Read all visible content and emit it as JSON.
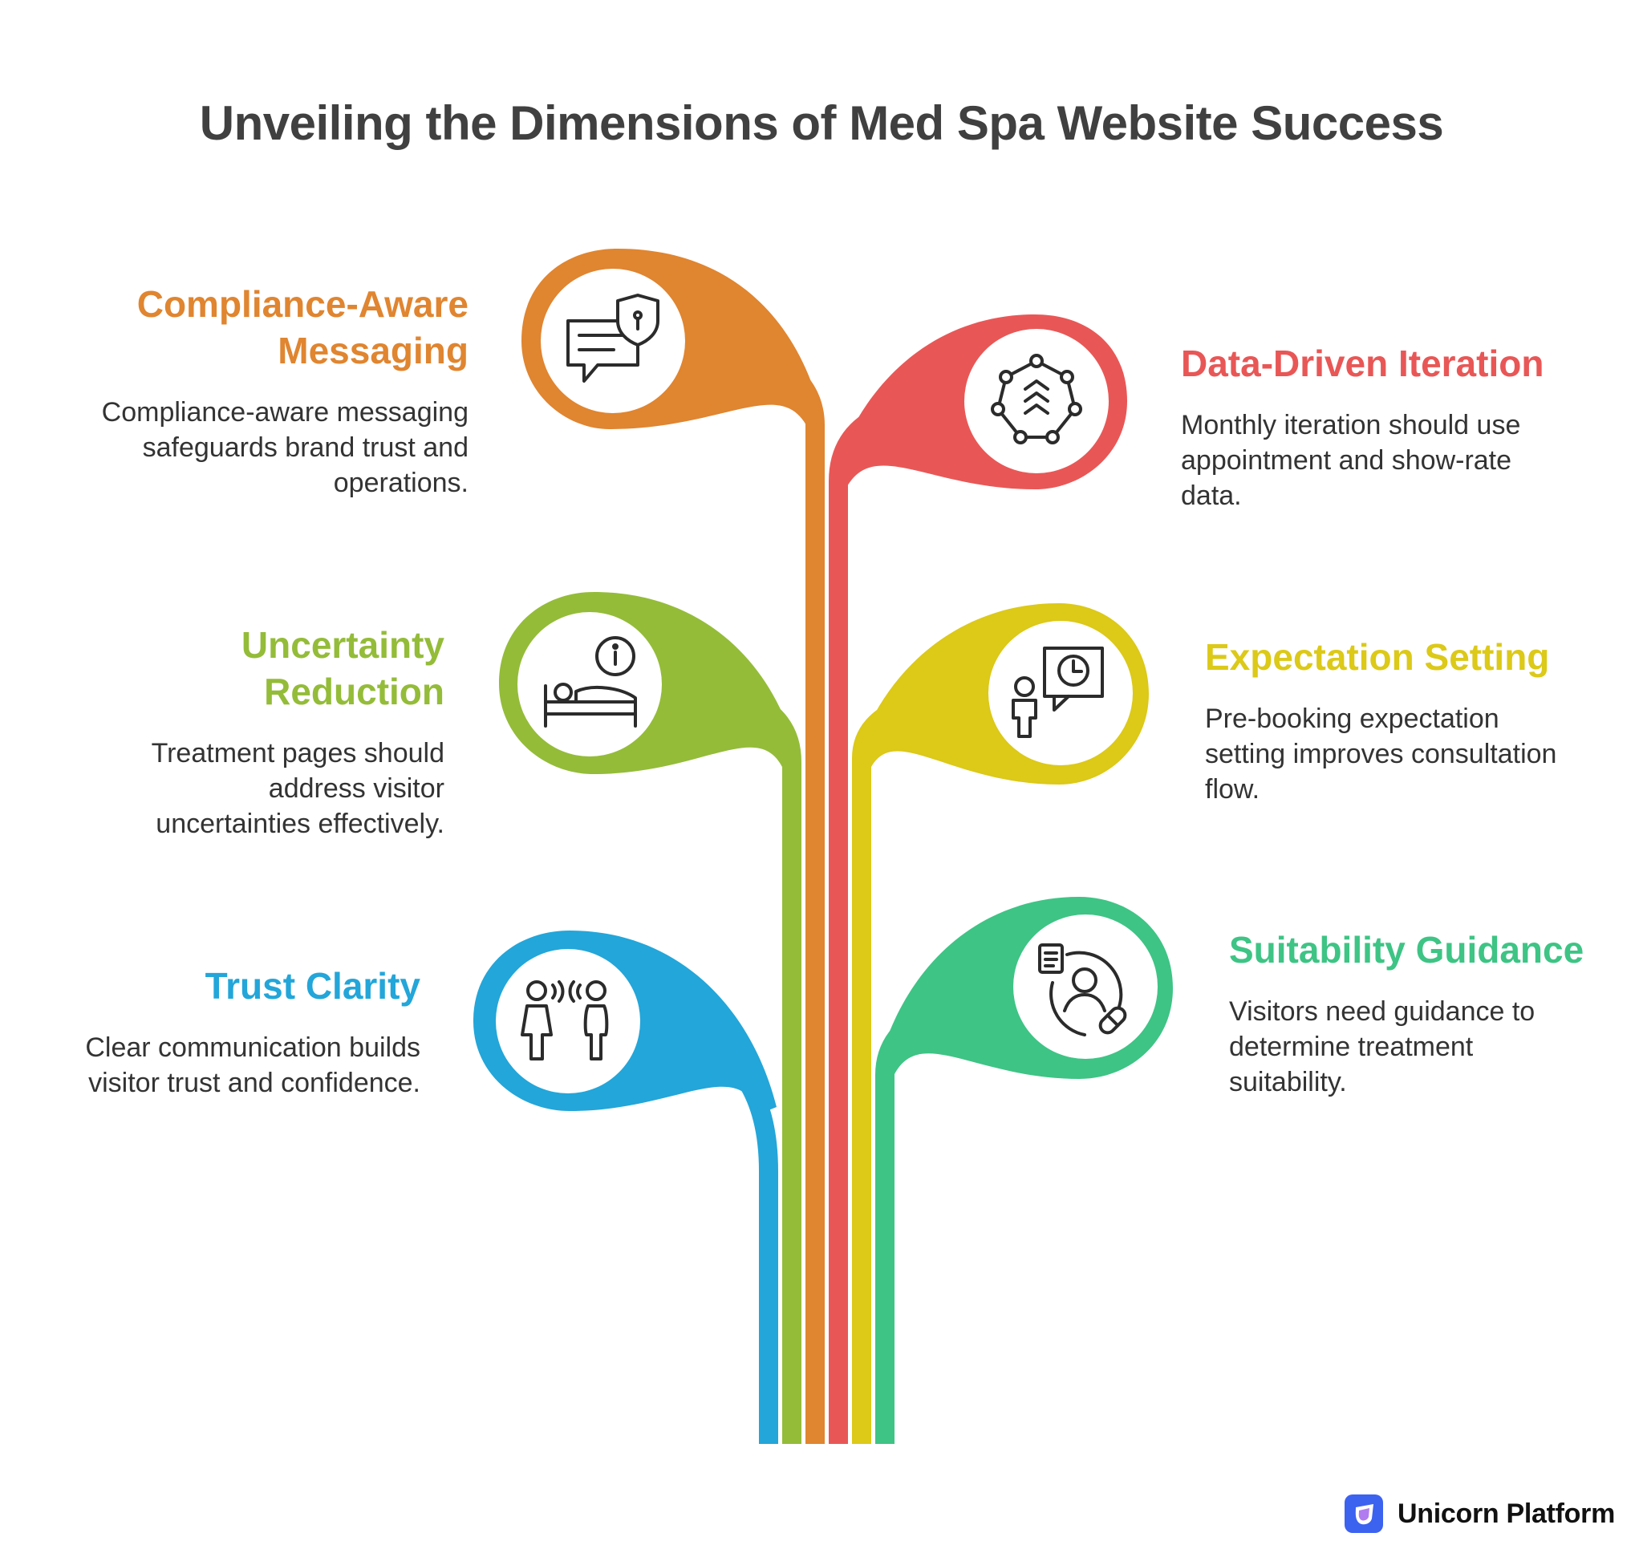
{
  "title": "Unveiling the Dimensions of Med Spa Website Success",
  "branches": [
    {
      "key": "compliance",
      "title": "Compliance-Aware Messaging",
      "description": "Compliance-aware messaging safeguards brand trust and operations.",
      "color": "#e08530",
      "icon": "chat-shield-icon"
    },
    {
      "key": "data",
      "title": "Data-Driven Iteration",
      "description": "Monthly iteration should use appointment and show-rate data.",
      "color": "#e85756",
      "icon": "hexagon-network-chevrons-icon"
    },
    {
      "key": "uncertainty",
      "title": "Uncertainty Reduction",
      "description": "Treatment pages should address visitor uncertainties effectively.",
      "color": "#94bc39",
      "icon": "patient-bed-info-icon"
    },
    {
      "key": "expectation",
      "title": "Expectation Setting",
      "description": "Pre-booking expectation setting improves consultation flow.",
      "color": "#dcc918",
      "icon": "person-clock-bubble-icon"
    },
    {
      "key": "trust",
      "title": "Trust Clarity",
      "description": "Clear communication builds visitor trust and confidence.",
      "color": "#23a6d9",
      "icon": "two-people-talking-icon"
    },
    {
      "key": "suitability",
      "title": "Suitability Guidance",
      "description": "Visitors need guidance to determine treatment suitability.",
      "color": "#3ec485",
      "icon": "person-document-pill-icon"
    }
  ],
  "brand": {
    "name": "Unicorn Platform",
    "color": "#3c62f0",
    "icon": "unicorn-platform-logo-icon"
  }
}
